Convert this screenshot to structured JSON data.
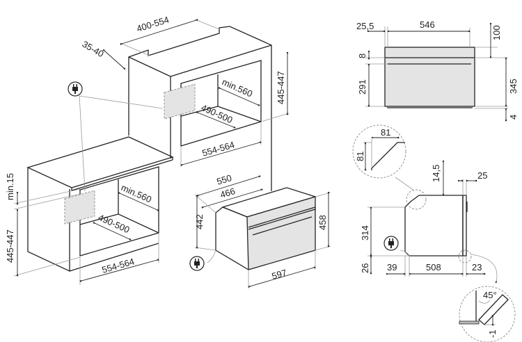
{
  "colors": {
    "line": "#222222",
    "fill": "#e4e4e4",
    "dashed": "#888888"
  },
  "icons": [
    "plug-icon"
  ],
  "tall_unit": {
    "depth_top": "400-554",
    "gap": "35-40",
    "height": "445-447",
    "depth": "min.560",
    "opening_depth": "490-500",
    "width": "554-564"
  },
  "base_unit": {
    "clearance": "min.15",
    "height": "445-447",
    "depth": "min.560",
    "opening_depth": "490-500",
    "width": "554-564"
  },
  "appliance": {
    "depth_total": "550",
    "depth_body": "466",
    "body_height": "442",
    "front_height": "458",
    "front_width": "597"
  },
  "front_view": {
    "offset": "25,5",
    "width": "546",
    "top": "100",
    "strip": "8",
    "body_height": "291",
    "height": "345",
    "bottom": "4"
  },
  "side_view": {
    "chamfer_w": "81",
    "chamfer_h": "81",
    "top_gap": "14,5",
    "door": "25",
    "height": "314",
    "bottom": "26",
    "rear": "39",
    "depth": "508",
    "front": "23",
    "angle": "45°",
    "offset": "-1"
  }
}
